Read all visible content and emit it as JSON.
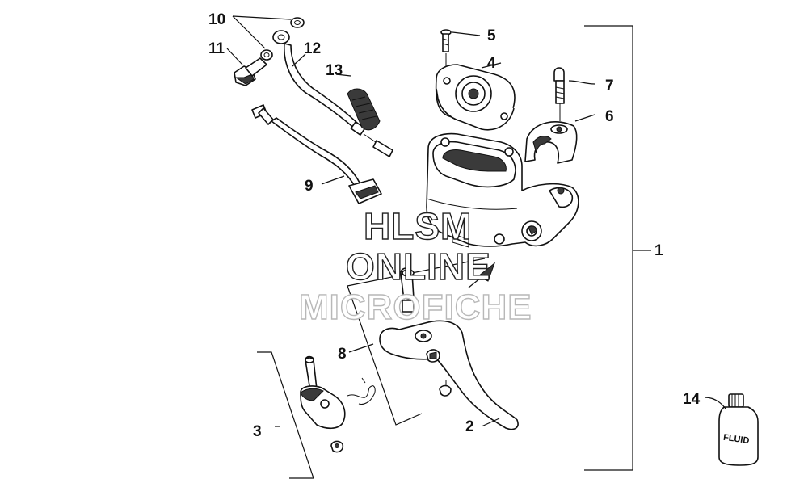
{
  "callouts": {
    "c1": "1",
    "c2": "2",
    "c3": "3",
    "c4": "4",
    "c5": "5",
    "c6": "6",
    "c7": "7",
    "c8": "8",
    "c9": "9",
    "c10": "10",
    "c11": "11",
    "c12": "12",
    "c13": "13",
    "c14": "14"
  },
  "watermark": {
    "line1": "HLSM",
    "line2": "ONLINE",
    "line3": "MICROFICHE"
  },
  "bottle_label": "FLUID"
}
